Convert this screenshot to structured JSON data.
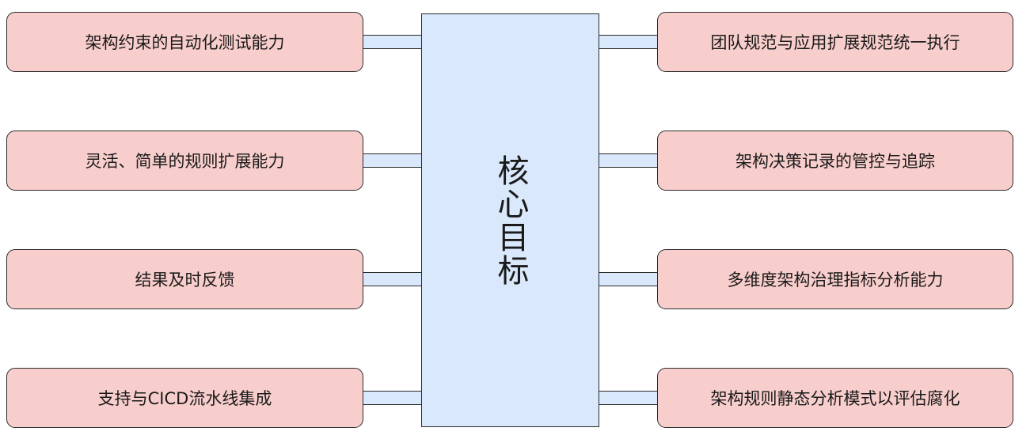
{
  "center": {
    "title": "核心目标"
  },
  "left_items": [
    {
      "label": "架构约束的自动化测试能力"
    },
    {
      "label": "灵活、简单的规则扩展能力"
    },
    {
      "label": "结果及时反馈"
    },
    {
      "label": "支持与CICD流水线集成"
    }
  ],
  "right_items": [
    {
      "label": "团队规范与应用扩展规范统一执行"
    },
    {
      "label": "架构决策记录的管控与追踪"
    },
    {
      "label": "多维度架构治理指标分析能力"
    },
    {
      "label": "架构规则静态分析模式以评估腐化"
    }
  ],
  "colors": {
    "goal_box_fill": "#f8cecc",
    "core_fill": "#dae8fc",
    "stroke": "#2b2b2b"
  }
}
